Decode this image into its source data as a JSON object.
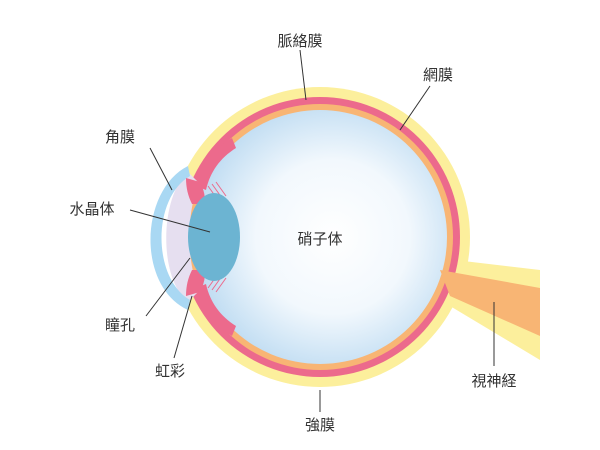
{
  "labels": {
    "choroid": "脈絡膜",
    "retina": "網膜",
    "cornea": "角膜",
    "lens": "水晶体",
    "vitreous": "硝子体",
    "pupil": "瞳孔",
    "iris": "虹彩",
    "optic_nerve": "視神経",
    "sclera": "強膜"
  },
  "colors": {
    "sclera": "#fcef9c",
    "choroid": "#ec6a8c",
    "retina": "#f8b574",
    "vitreous_center": "#ffffff",
    "vitreous_edge": "#bfdcf2",
    "cornea": "#a9d8f3",
    "aqueous": "#e6dff0",
    "lens": "#6cb4d2",
    "iris": "#ec6a8c",
    "optic_nerve_core": "#f8b574",
    "text": "#333333"
  }
}
